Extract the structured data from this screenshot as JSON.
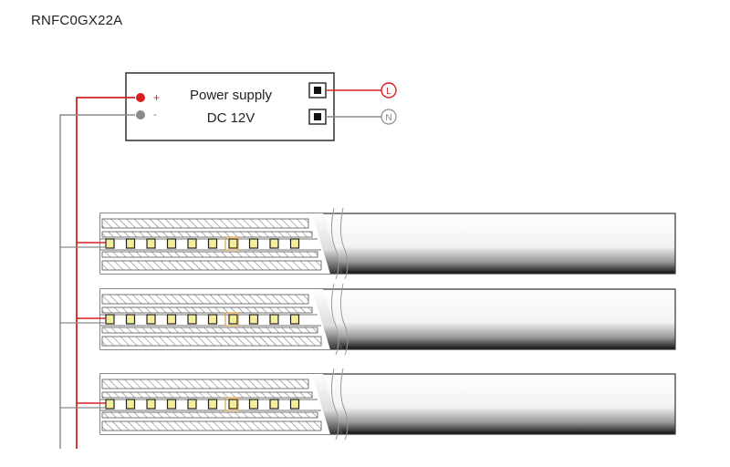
{
  "header": {
    "model": "RNFC0GX22A"
  },
  "power_supply": {
    "title": "Power supply",
    "voltage": "DC 12V",
    "positive_label": "+",
    "negative_label": "-"
  },
  "terminals": {
    "live": "L",
    "neutral": "N"
  },
  "colors": {
    "positive_wire": "#d62020",
    "negative_wire": "#8a8a8a",
    "outline": "#222222",
    "led_fill": "#f4ee9a"
  },
  "strips": {
    "count": 3,
    "leds_per_strip": 10
  }
}
